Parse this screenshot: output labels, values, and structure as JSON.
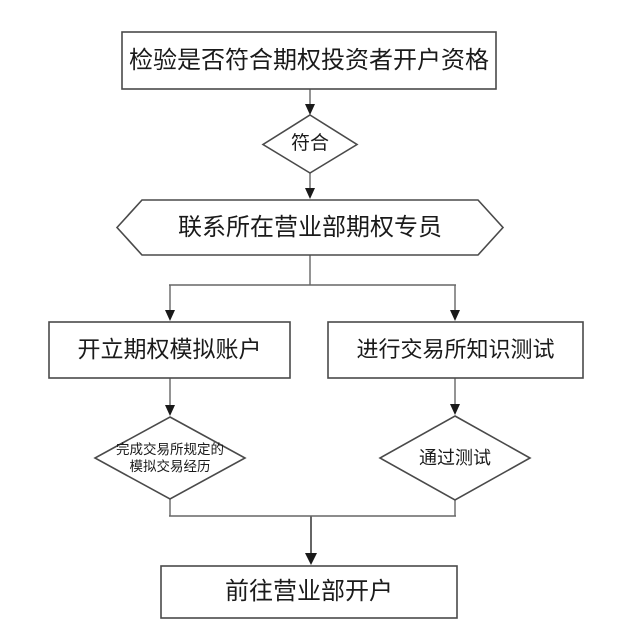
{
  "colors": {
    "background": "#ffffff",
    "shape_border": "#4a4a4a",
    "connector_line": "#666666",
    "arrowhead": "#1a1a1a",
    "text": "#1a1a1a"
  },
  "nodes": {
    "check_eligibility": {
      "shape": "rectangle",
      "label": "检验是否符合期权投资者开户资格"
    },
    "eligible": {
      "shape": "diamond",
      "label": "符合"
    },
    "contact_specialist": {
      "shape": "hexagon",
      "label": "联系所在营业部期权专员"
    },
    "open_sim_account": {
      "shape": "rectangle",
      "label": "开立期权模拟账户"
    },
    "knowledge_test": {
      "shape": "rectangle",
      "label": "进行交易所知识测试"
    },
    "sim_experience": {
      "shape": "diamond",
      "label_line1": "完成交易所规定的",
      "label_line2": "模拟交易经历"
    },
    "pass_test": {
      "shape": "diamond",
      "label": "通过测试"
    },
    "go_open_account": {
      "shape": "rectangle",
      "label": "前往营业部开户"
    }
  }
}
